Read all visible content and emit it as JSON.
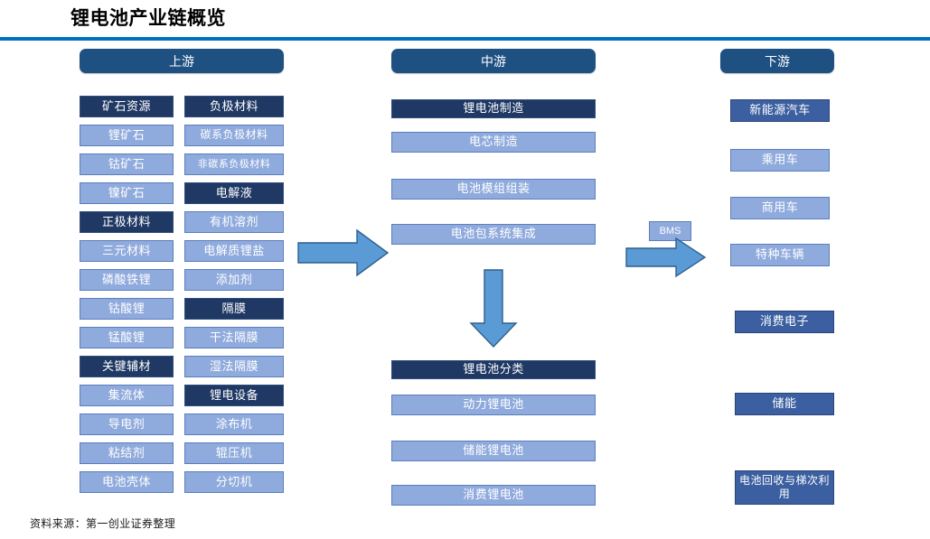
{
  "page": {
    "title": "锂电池产业链概览",
    "footer": "资料来源：第一创业证券整理",
    "accent_rule_color": "#0070C0",
    "header_pill_color": "#1F5082",
    "dark_box_color": "#1F3864",
    "mid_box_color": "#3B5FA0",
    "light_box_color": "#8FAADC",
    "arrow_color": "#5B9BD5"
  },
  "stages": {
    "upstream": {
      "label": "上游"
    },
    "midstream": {
      "label": "中游"
    },
    "downstream": {
      "label": "下游"
    }
  },
  "upstream": {
    "left_column": [
      {
        "label": "矿石资源",
        "tone": "dark"
      },
      {
        "label": "锂矿石",
        "tone": "light"
      },
      {
        "label": "钴矿石",
        "tone": "light"
      },
      {
        "label": "镍矿石",
        "tone": "light"
      },
      {
        "label": "正极材料",
        "tone": "dark"
      },
      {
        "label": "三元材料",
        "tone": "light"
      },
      {
        "label": "磷酸铁锂",
        "tone": "light"
      },
      {
        "label": "钴酸锂",
        "tone": "light"
      },
      {
        "label": "锰酸锂",
        "tone": "light"
      },
      {
        "label": "关键辅材",
        "tone": "dark"
      },
      {
        "label": "集流体",
        "tone": "light"
      },
      {
        "label": "导电剂",
        "tone": "light"
      },
      {
        "label": "粘结剂",
        "tone": "light"
      },
      {
        "label": "电池壳体",
        "tone": "light"
      }
    ],
    "right_column": [
      {
        "label": "负极材料",
        "tone": "dark"
      },
      {
        "label": "碳系负极材料",
        "tone": "light"
      },
      {
        "label": "非碳系负极材料",
        "tone": "light"
      },
      {
        "label": "电解液",
        "tone": "dark"
      },
      {
        "label": "有机溶剂",
        "tone": "light"
      },
      {
        "label": "电解质锂盐",
        "tone": "light"
      },
      {
        "label": "添加剂",
        "tone": "light"
      },
      {
        "label": "隔膜",
        "tone": "dark"
      },
      {
        "label": "干法隔膜",
        "tone": "light"
      },
      {
        "label": "湿法隔膜",
        "tone": "light"
      },
      {
        "label": "锂电设备",
        "tone": "dark"
      },
      {
        "label": "涂布机",
        "tone": "light"
      },
      {
        "label": "辊压机",
        "tone": "light"
      },
      {
        "label": "分切机",
        "tone": "light"
      }
    ]
  },
  "midstream": {
    "manufacturing": [
      {
        "label": "锂电池制造",
        "tone": "dark"
      },
      {
        "label": "电芯制造",
        "tone": "light"
      },
      {
        "label": "电池模组组装",
        "tone": "light"
      },
      {
        "label": "电池包系统集成",
        "tone": "light"
      }
    ],
    "classification": [
      {
        "label": "锂电池分类",
        "tone": "dark"
      },
      {
        "label": "动力锂电池",
        "tone": "light"
      },
      {
        "label": "储能锂电池",
        "tone": "light"
      },
      {
        "label": "消费锂电池",
        "tone": "light"
      }
    ]
  },
  "downstream": {
    "items": [
      {
        "label": "新能源汽车",
        "tone": "mid"
      },
      {
        "label": "乘用车",
        "tone": "light"
      },
      {
        "label": "商用车",
        "tone": "light"
      },
      {
        "label": "特种车辆",
        "tone": "light"
      },
      {
        "label": "消费电子",
        "tone": "mid"
      },
      {
        "label": "储能",
        "tone": "mid"
      },
      {
        "label": "电池回收与梯次利用",
        "tone": "mid"
      }
    ]
  },
  "connectors": {
    "upstream_to_midstream": "arrow-right",
    "midstream_internal": "arrow-down",
    "midstream_to_downstream": "arrow-right",
    "bms_label": "BMS"
  }
}
